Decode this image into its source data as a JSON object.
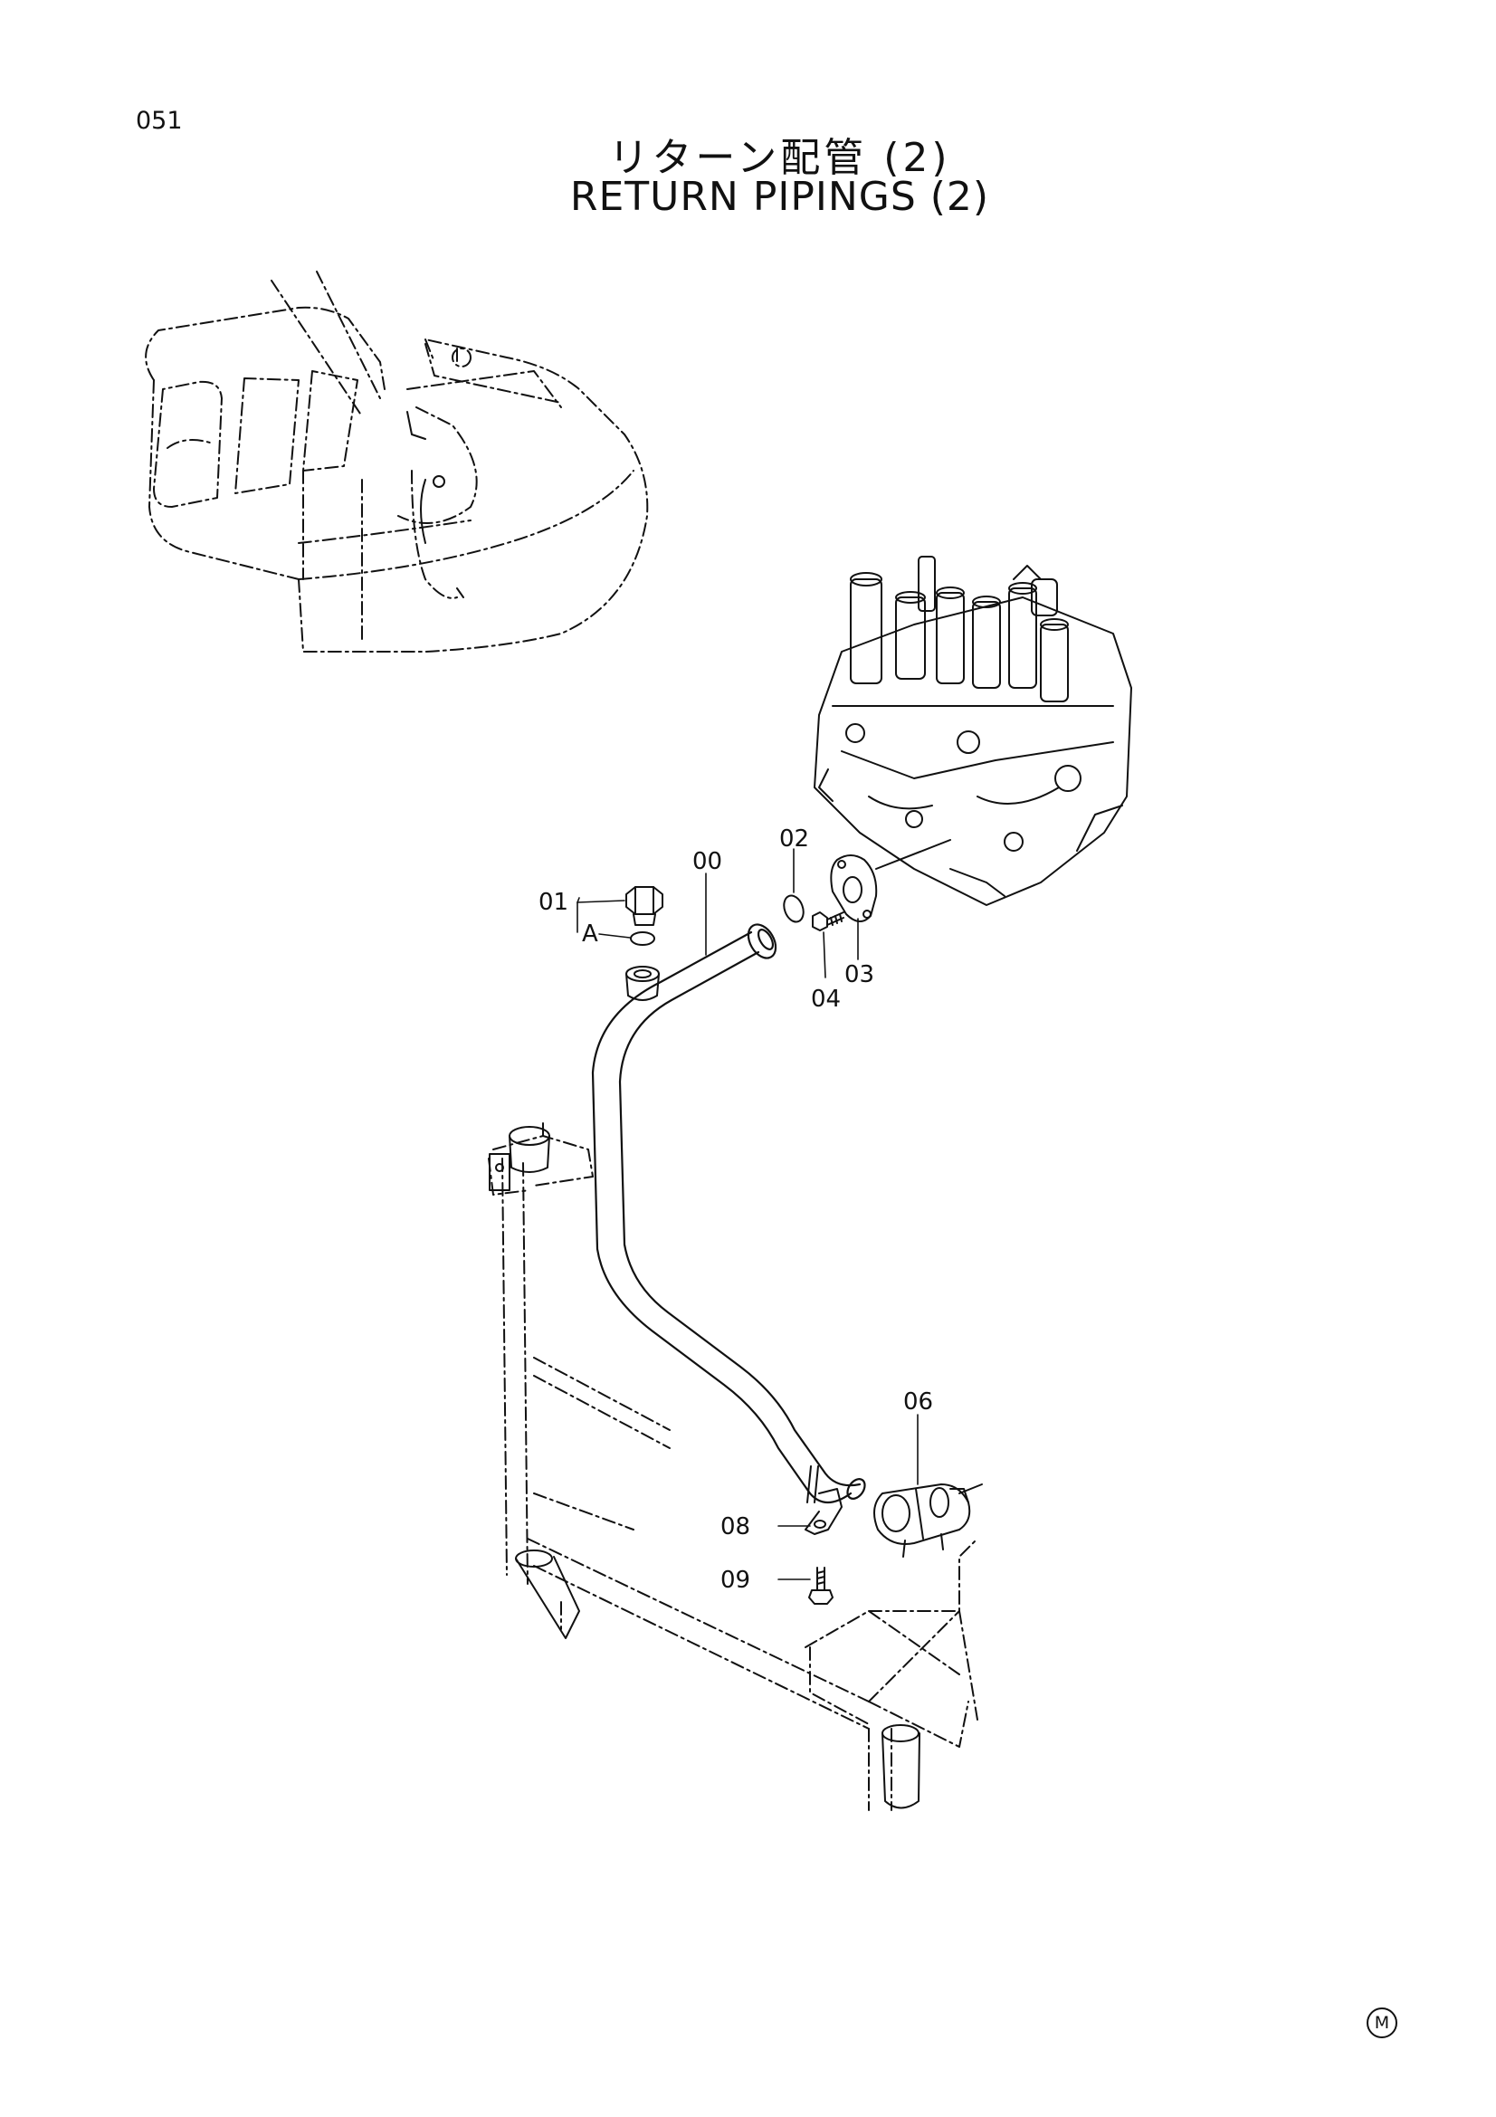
{
  "page": {
    "number": "051",
    "title_jp": "リターン配管 (2)",
    "title_en": "RETURN PIPINGS (2)",
    "mark": "M"
  },
  "callouts": {
    "c00": "00",
    "c01": "01",
    "cA": "A",
    "c02": "02",
    "c03": "03",
    "c04": "04",
    "c06": "06",
    "c08": "08",
    "c09": "09"
  },
  "colors": {
    "ink": "#111111",
    "paper": "#ffffff"
  }
}
